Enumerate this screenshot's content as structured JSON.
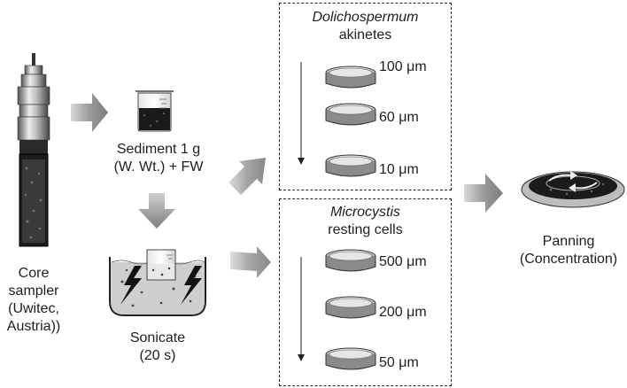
{
  "core_sampler": {
    "lines": [
      "Core",
      "sampler",
      "(Uwitec,",
      "Austria))"
    ]
  },
  "sediment": {
    "line1": "Sediment 1 g",
    "line2": "(W. Wt.) + FW"
  },
  "sonicate": {
    "line1": "Sonicate",
    "line2": "(20 s)"
  },
  "dolichospermum": {
    "title": "Dolichospermum",
    "subtitle": "akinetes",
    "sieves": [
      "100 μm",
      "60 μm",
      "10 μm"
    ]
  },
  "microcystis": {
    "title": "Microcystis",
    "subtitle": "resting cells",
    "sieves": [
      "500 μm",
      "200 μm",
      "50 μm"
    ]
  },
  "panning": {
    "line1": "Panning",
    "line2": "(Concentration)"
  },
  "colors": {
    "arrow": "#8a8a8a",
    "box_border": "#222222",
    "water": "#cfcfcf",
    "sediment": "#1a1a1a"
  }
}
